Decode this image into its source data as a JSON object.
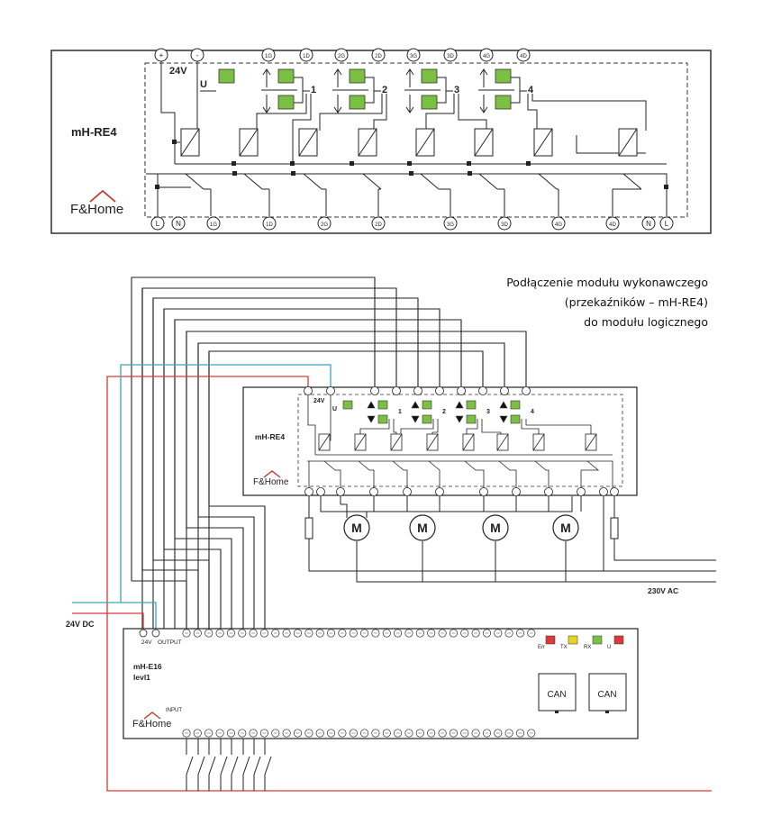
{
  "top_module": {
    "name": "mH-RE4",
    "brand": "F&Home",
    "supply_label": "24V",
    "u_label": "U",
    "top_terminals": [
      "+",
      "-",
      "1G",
      "1D",
      "2G",
      "2D",
      "3G",
      "3D",
      "4G",
      "4D"
    ],
    "bottom_terminals": [
      "L",
      "N",
      "1G",
      "1D",
      "2G",
      "2D",
      "3G",
      "3D",
      "4G",
      "4D",
      "N",
      "L"
    ],
    "channel_numbers": [
      "1",
      "2",
      "3",
      "4"
    ]
  },
  "caption": {
    "line1": "Podłączenie modułu wykonawczego",
    "line2": "(przekaźników – mH-RE4)",
    "line3": "do modułu logicznego"
  },
  "mid_module": {
    "name": "mH-RE4",
    "brand": "F&Home",
    "supply_label": "24V",
    "u_label": "U",
    "channel_numbers": [
      "1",
      "2",
      "3",
      "4"
    ],
    "motor_symbol": "M",
    "ac_label": "230V AC"
  },
  "bottom_module": {
    "name": "mH-E16",
    "name2": "levl1",
    "brand": "F&Home",
    "dc_label": "24V DC",
    "output_label": "OUTPUT",
    "supply_label": "24V",
    "input_label": "INPUT",
    "led_labels": [
      "Err",
      "TX",
      "RX",
      "U"
    ],
    "can_labels": [
      "CAN",
      "CAN"
    ]
  },
  "colors": {
    "wire": "#1a1a1a",
    "red_wire": "#d93a3a",
    "cyan_wire": "#3aa8b8",
    "green_led": "#7bc043",
    "yellow_led": "#e8d21f",
    "red_led": "#d93a3a",
    "house_roof": "#c0392b"
  }
}
